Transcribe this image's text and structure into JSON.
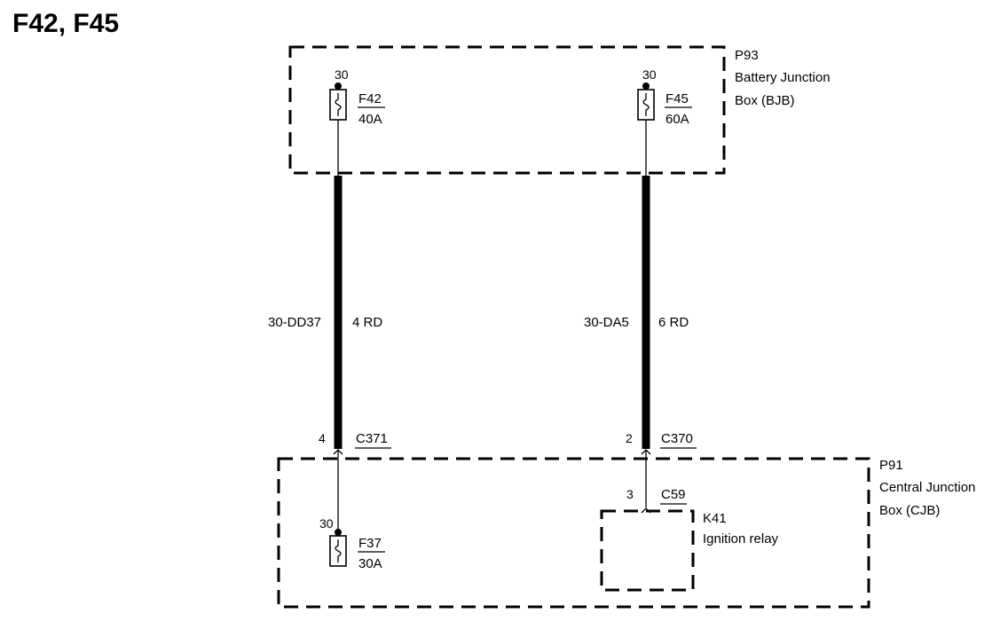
{
  "title": "F42, F45",
  "bjb": {
    "id": "P93",
    "name_line1": "Battery Junction",
    "name_line2": "Box (BJB)"
  },
  "cjb": {
    "id": "P91",
    "name_line1": "Central Junction",
    "name_line2": "Box (CJB)"
  },
  "fuses": {
    "f42": {
      "terminal": "30",
      "name": "F42",
      "rating": "40A"
    },
    "f45": {
      "terminal": "30",
      "name": "F45",
      "rating": "60A"
    },
    "f37": {
      "terminal": "30",
      "name": "F37",
      "rating": "30A"
    }
  },
  "wires": {
    "left": {
      "circuit": "30-DD37",
      "gauge_color": "4 RD"
    },
    "right": {
      "circuit": "30-DA5",
      "gauge_color": "6 RD"
    }
  },
  "connectors": {
    "c371": {
      "pin": "4",
      "name": "C371"
    },
    "c370": {
      "pin": "2",
      "name": "C370"
    },
    "c59": {
      "pin": "3",
      "name": "C59"
    }
  },
  "relay": {
    "id": "K41",
    "name": "Ignition relay"
  },
  "colors": {
    "line": "#000000",
    "background": "#ffffff"
  }
}
